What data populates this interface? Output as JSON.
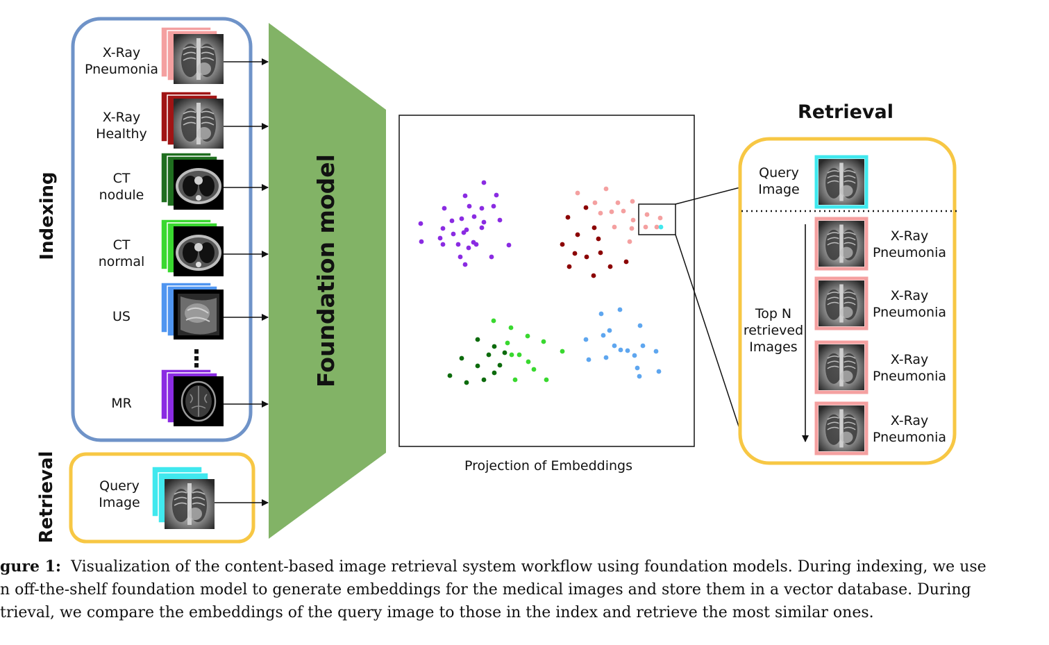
{
  "figure": {
    "indexing_title": "Indexing",
    "retrieval_side_title": "Retrieval",
    "foundation_model_label": "Foundation model",
    "projection_label": "Projection of Embeddings",
    "retrieval_panel_title": "Retrieval",
    "index_items": [
      {
        "label_lines": [
          "X-Ray",
          "Pneumonia"
        ],
        "stack_color": "#f4a0a0",
        "image": "chest-xray-icon"
      },
      {
        "label_lines": [
          "X-Ray",
          "Healthy"
        ],
        "stack_color": "#a01414",
        "image": "chest-xray-icon"
      },
      {
        "label_lines": [
          "CT",
          "nodule"
        ],
        "stack_color": "#1f6e1f",
        "image": "ct-scan-icon"
      },
      {
        "label_lines": [
          "CT",
          "normal"
        ],
        "stack_color": "#39d82f",
        "image": "ct-scan-icon"
      },
      {
        "label_lines": [
          "US"
        ],
        "stack_color": "#4f95f0",
        "image": "ultrasound-icon"
      },
      {
        "label_lines": [
          "MR"
        ],
        "stack_color": "#8a2be2",
        "image": "brain-mri-icon"
      }
    ],
    "ellipsis": "⋮",
    "query": {
      "label_lines": [
        "Query",
        "Image"
      ],
      "stack_color": "#40e8ee"
    },
    "retrieval_panel": {
      "query_label_lines": [
        "Query",
        "Image"
      ],
      "top_n_lines": [
        "Top N",
        "retrieved",
        "Images"
      ],
      "results": [
        {
          "label_lines": [
            "X-Ray",
            "Pneumonia"
          ]
        },
        {
          "label_lines": [
            "X-Ray",
            "Pneumonia"
          ]
        },
        {
          "label_lines": [
            "X-Ray",
            "Pneumonia"
          ]
        },
        {
          "label_lines": [
            "X-Ray",
            "Pneumonia"
          ]
        }
      ]
    },
    "colors": {
      "indexing_border": "#6f93c8",
      "retrieval_border": "#f7c744",
      "foundation_green": "#82b366",
      "query_highlight": "#40e8ee",
      "result_border": "#f4a0a0"
    }
  },
  "chart_data": {
    "type": "scatter",
    "title": "",
    "xlabel": "Projection of Embeddings",
    "ylabel": "",
    "series": [
      {
        "color": "#8a2be2",
        "points": [
          [
            670,
            282
          ],
          [
            697,
            263
          ],
          [
            715,
            281
          ],
          [
            640,
            300
          ],
          [
            676,
            297
          ],
          [
            694,
            300
          ],
          [
            711,
            297
          ],
          [
            683,
            312
          ],
          [
            665,
            315
          ],
          [
            697,
            320
          ],
          [
            720,
            317
          ],
          [
            651,
            318
          ],
          [
            606,
            322
          ],
          [
            638,
            329
          ],
          [
            672,
            331
          ],
          [
            694,
            328
          ],
          [
            668,
            335
          ],
          [
            653,
            337
          ],
          [
            634,
            343
          ],
          [
            682,
            349
          ],
          [
            607,
            348
          ],
          [
            638,
            352
          ],
          [
            660,
            352
          ],
          [
            675,
            357
          ],
          [
            686,
            352
          ],
          [
            733,
            353
          ],
          [
            663,
            370
          ],
          [
            708,
            370
          ],
          [
            670,
            381
          ]
        ]
      },
      {
        "color": "#8b0000",
        "points": [
          [
            844,
            299
          ],
          [
            818,
            313
          ],
          [
            856,
            328
          ],
          [
            832,
            338
          ],
          [
            810,
            352
          ],
          [
            862,
            344
          ],
          [
            828,
            365
          ],
          [
            845,
            370
          ],
          [
            865,
            364
          ],
          [
            902,
            377
          ],
          [
            879,
            384
          ],
          [
            820,
            384
          ],
          [
            855,
            397
          ]
        ]
      },
      {
        "color": "#f4a0a0",
        "points": [
          [
            873,
            272
          ],
          [
            832,
            278
          ],
          [
            857,
            292
          ],
          [
            890,
            292
          ],
          [
            911,
            290
          ],
          [
            865,
            307
          ],
          [
            881,
            305
          ],
          [
            898,
            304
          ],
          [
            932,
            309
          ],
          [
            951,
            314
          ],
          [
            912,
            317
          ],
          [
            885,
            327
          ],
          [
            910,
            329
          ],
          [
            930,
            327
          ],
          [
            946,
            327
          ],
          [
            907,
            348
          ]
        ]
      },
      {
        "color": "#40e8ee",
        "points": [
          [
            952,
            327
          ]
        ]
      },
      {
        "color": "#0d6b0d",
        "points": [
          [
            688,
            489
          ],
          [
            712,
            499
          ],
          [
            727,
            508
          ],
          [
            665,
            516
          ],
          [
            704,
            511
          ],
          [
            688,
            527
          ],
          [
            720,
            526
          ],
          [
            648,
            541
          ],
          [
            712,
            537
          ],
          [
            697,
            547
          ],
          [
            672,
            551
          ]
        ]
      },
      {
        "color": "#39d82f",
        "points": [
          [
            711,
            462
          ],
          [
            736,
            472
          ],
          [
            760,
            484
          ],
          [
            783,
            492
          ],
          [
            731,
            494
          ],
          [
            810,
            506
          ],
          [
            748,
            511
          ],
          [
            737,
            511
          ],
          [
            761,
            521
          ],
          [
            769,
            532
          ],
          [
            742,
            547
          ],
          [
            787,
            547
          ]
        ]
      },
      {
        "color": "#5ea6ef",
        "points": [
          [
            866,
            452
          ],
          [
            893,
            446
          ],
          [
            878,
            476
          ],
          [
            869,
            483
          ],
          [
            922,
            469
          ],
          [
            844,
            489
          ],
          [
            885,
            498
          ],
          [
            894,
            504
          ],
          [
            904,
            505
          ],
          [
            926,
            498
          ],
          [
            945,
            506
          ],
          [
            914,
            512
          ],
          [
            848,
            518
          ],
          [
            873,
            515
          ],
          [
            918,
            530
          ],
          [
            949,
            535
          ],
          [
            921,
            542
          ]
        ]
      }
    ]
  },
  "caption": {
    "tag": "gure 1:",
    "lines": [
      "Visualization of the content-based image retrieval system workflow using foundation models. During indexing, we use",
      "n off-the-shelf foundation model to generate embeddings for the medical images and store them in a vector database. During",
      "trieval, we compare the embeddings of the query image to those in the index and retrieve the most similar ones."
    ]
  }
}
